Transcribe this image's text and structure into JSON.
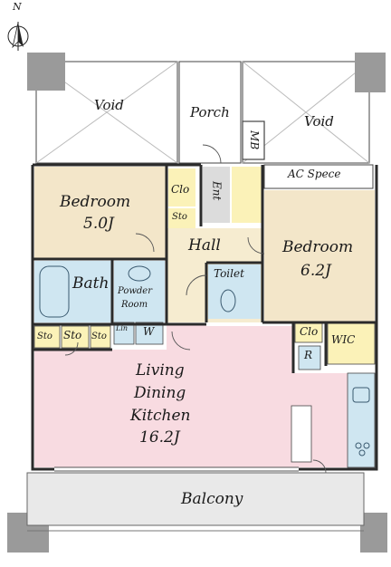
{
  "compass": {
    "label": "N"
  },
  "rooms": {
    "void_left": "Void",
    "porch": "Porch",
    "void_right": "Void",
    "mb": "MB",
    "ac_space": "AC Spece",
    "ent": "Ent",
    "clo_upper": "Clo",
    "sto_hall": "Sto",
    "bedroom1_name": "Bedroom",
    "bedroom1_size": "5.0J",
    "hall": "Hall",
    "bedroom2_name": "Bedroom",
    "bedroom2_size": "6.2J",
    "bath": "Bath",
    "powder_room_1": "Powder",
    "powder_room_2": "Room",
    "lin": "Lin",
    "w": "W",
    "toilet": "Toilet",
    "clo_lower": "Clo",
    "r": "R",
    "wic": "WIC",
    "sto_1": "Sto",
    "sto_2": "Sto",
    "sto_3": "Sto",
    "ldk_1": "Living",
    "ldk_2": "Dining",
    "ldk_3": "Kitchen",
    "ldk_size": "16.2J",
    "balcony": "Balcony"
  },
  "colors": {
    "wall": "#2b2b2b",
    "bedroom": "#f3e6c9",
    "wet": "#cfe6f1",
    "ldk": "#f8dbe1",
    "storage": "#fbf2b8",
    "entry": "#dcdcdc",
    "pillar": "#9a9a9a",
    "balcony": "#e9e9e9"
  }
}
